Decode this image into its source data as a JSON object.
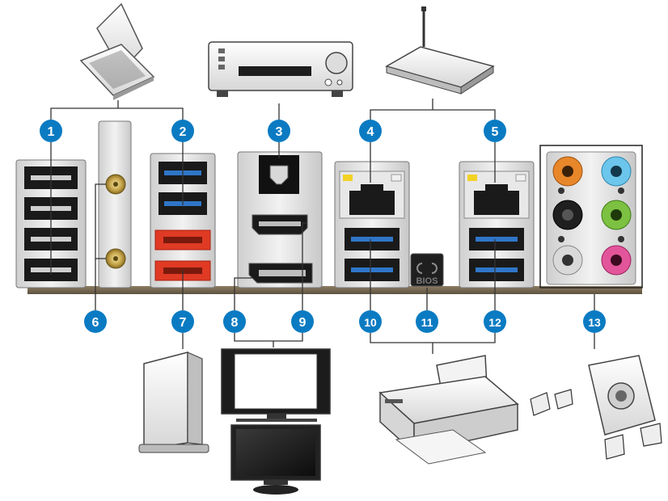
{
  "colors": {
    "badge": "#0a7bc2",
    "usb3_blue": "#2f76c8",
    "esata_red": "#e03a24",
    "audio_orange": "#e8862a",
    "audio_lightblue": "#6cc6ec",
    "audio_black": "#1f1f1f",
    "audio_green": "#7cc142",
    "audio_gray": "#d9d9d9",
    "audio_pink": "#e2559a",
    "led_yellow": "#f2d224",
    "panel_gray": "#e4e4e4",
    "bar_brown": "#7a6a50"
  },
  "badges": [
    {
      "id": "1",
      "label": "1"
    },
    {
      "id": "2",
      "label": "2"
    },
    {
      "id": "3",
      "label": "3"
    },
    {
      "id": "4",
      "label": "4"
    },
    {
      "id": "5",
      "label": "5"
    },
    {
      "id": "6",
      "label": "6"
    },
    {
      "id": "7",
      "label": "7"
    },
    {
      "id": "8",
      "label": "8"
    },
    {
      "id": "9",
      "label": "9"
    },
    {
      "id": "10",
      "label": "10"
    },
    {
      "id": "11",
      "label": "11"
    },
    {
      "id": "12",
      "label": "12"
    },
    {
      "id": "13",
      "label": "13"
    }
  ],
  "bios_button": {
    "label": "BIOS"
  },
  "devices": [
    {
      "icon": "keyboard-mouse-icon"
    },
    {
      "icon": "av-receiver-icon"
    },
    {
      "icon": "wireless-router-icon"
    },
    {
      "icon": "external-drive-icon"
    },
    {
      "icon": "monitor-icon"
    },
    {
      "icon": "printer-icon"
    },
    {
      "icon": "speakers-icon"
    }
  ]
}
